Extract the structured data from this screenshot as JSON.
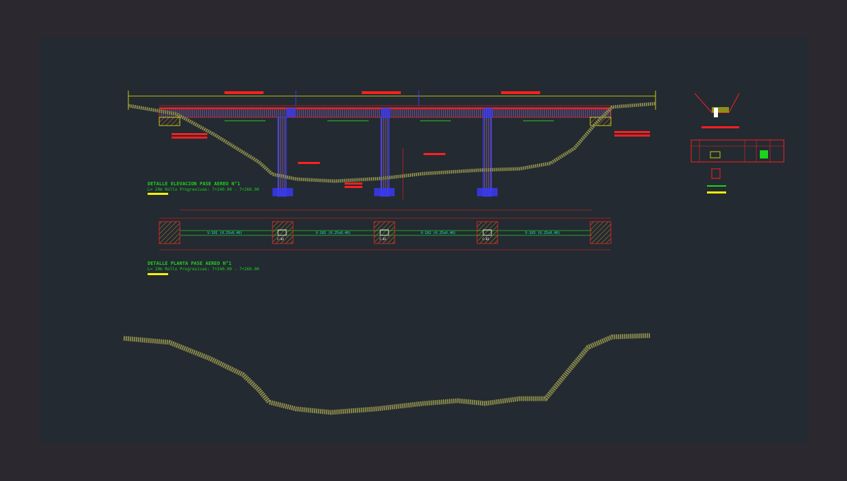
{
  "drawing": {
    "title_elevation": "DETALLE ELEVACION PASE AEREO N°1",
    "subtitle_elevation": "L= 20m Rollo Progresivas: 7+240.00 - 7+260.00",
    "title_plan": "DETALLE PLANTA PASE AEREO N°1",
    "subtitle_plan": "L= 20m Rollo Progresivas: 7+240.00 - 7+260.00",
    "beam_labels": [
      "V-101 (0.25x0.40)",
      "V-101 (0.25x0.40)",
      "V-102 (0.25x0.40)",
      "V-103 (0.25x0.40)"
    ],
    "column_labels": [
      "C-01",
      "C-01",
      "C-01"
    ],
    "colors": {
      "background": "#232a31",
      "frame": "#2c2830",
      "dimension": "#ff2020",
      "title_green": "#1ed21e",
      "highlight": "#f4f400",
      "terrain": "#8a8a4a",
      "rebar": "#3a3aff",
      "text_cyan": "#28e6e6"
    }
  }
}
